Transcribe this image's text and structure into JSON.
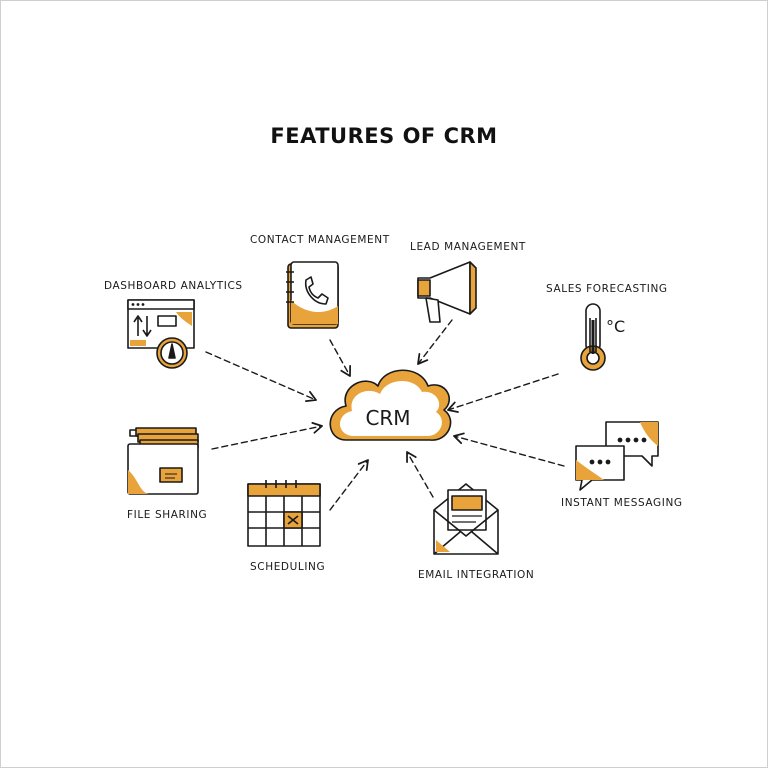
{
  "title": "FEATURES OF CRM",
  "center_label": "CRM",
  "features": {
    "dashboard_analytics": "DASHBOARD ANALYTICS",
    "contact_management": "CONTACT MANAGEMENT",
    "lead_management": "LEAD MANAGEMENT",
    "sales_forecasting": "SALES FORECASTING",
    "file_sharing": "FILE SHARING",
    "scheduling": "SCHEDULING",
    "email_integration": "EMAIL INTEGRATION",
    "instant_messaging": "INSTANT MESSAGING"
  },
  "thermometer_unit": "°C",
  "colors": {
    "accent": "#E8A33A",
    "ink": "#1a1a1a"
  },
  "icons": [
    "dashboard-icon",
    "phone-book-icon",
    "megaphone-icon",
    "thermometer-icon",
    "folder-icon",
    "calendar-icon",
    "envelope-icon",
    "chat-bubbles-icon",
    "cloud-icon"
  ]
}
